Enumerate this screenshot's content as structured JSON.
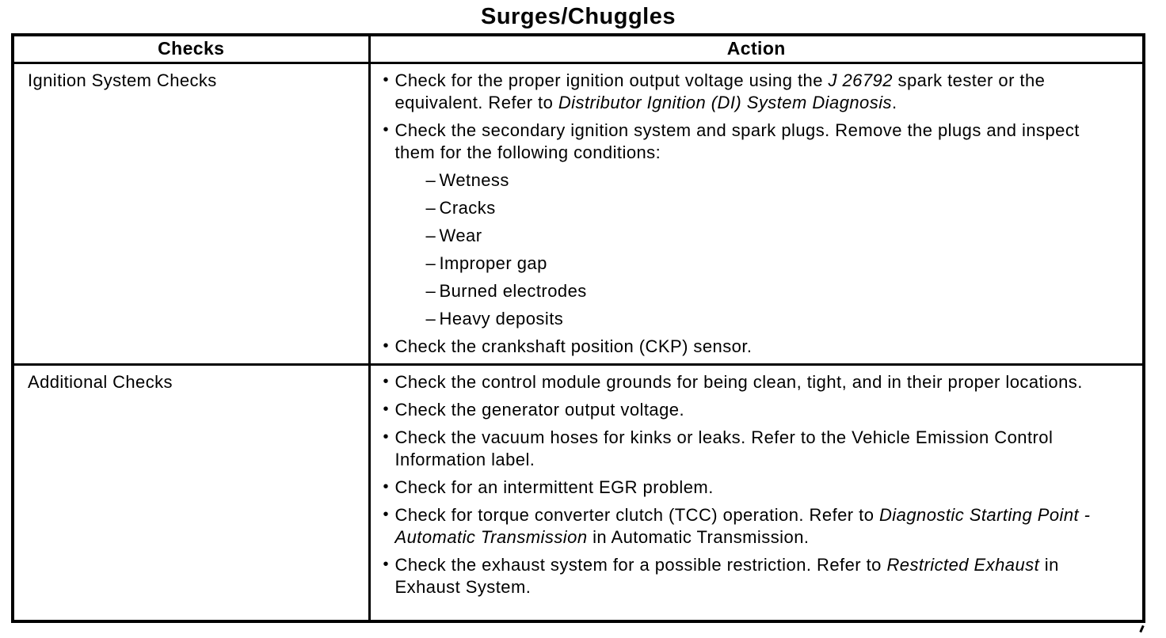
{
  "title": "Surges/Chuggles",
  "glyphs": {
    "bullet": "•",
    "dash": "–"
  },
  "table": {
    "headers": [
      "Checks",
      "Action"
    ],
    "rows": [
      {
        "check": "Ignition System Checks",
        "actions": [
          {
            "segments": [
              {
                "t": "Check for the proper ignition output voltage using the "
              },
              {
                "t": "J 26792",
                "i": true
              },
              {
                "t": " spark tester or the equivalent. Refer to "
              },
              {
                "t": "Distributor Ignition (DI) System Diagnosis",
                "i": true
              },
              {
                "t": "."
              }
            ]
          },
          {
            "segments": [
              {
                "t": "Check the secondary ignition system and spark plugs. Remove the plugs and inspect them for the following conditions:"
              }
            ],
            "conditions": [
              "Wetness",
              "Cracks",
              "Wear",
              "Improper gap",
              "Burned electrodes",
              "Heavy deposits"
            ]
          },
          {
            "segments": [
              {
                "t": "Check the crankshaft position (CKP) sensor."
              }
            ]
          }
        ]
      },
      {
        "check": "Additional Checks",
        "actions": [
          {
            "segments": [
              {
                "t": "Check the control module grounds for being clean, tight, and in their proper locations."
              }
            ]
          },
          {
            "segments": [
              {
                "t": "Check the generator output voltage."
              }
            ]
          },
          {
            "segments": [
              {
                "t": "Check the vacuum hoses for kinks or leaks. Refer to the Vehicle Emission Control Information label."
              }
            ]
          },
          {
            "segments": [
              {
                "t": "Check for an intermittent EGR problem."
              }
            ]
          },
          {
            "segments": [
              {
                "t": "Check for torque converter clutch (TCC) operation. Refer to "
              },
              {
                "t": "Diagnostic Starting Point - Automatic Transmission",
                "i": true
              },
              {
                "t": " in Automatic Transmission."
              }
            ]
          },
          {
            "segments": [
              {
                "t": "Check the exhaust system for a possible restriction. Refer to "
              },
              {
                "t": "Restricted Exhaust",
                "i": true
              },
              {
                "t": " in Exhaust System."
              }
            ]
          }
        ]
      }
    ]
  }
}
